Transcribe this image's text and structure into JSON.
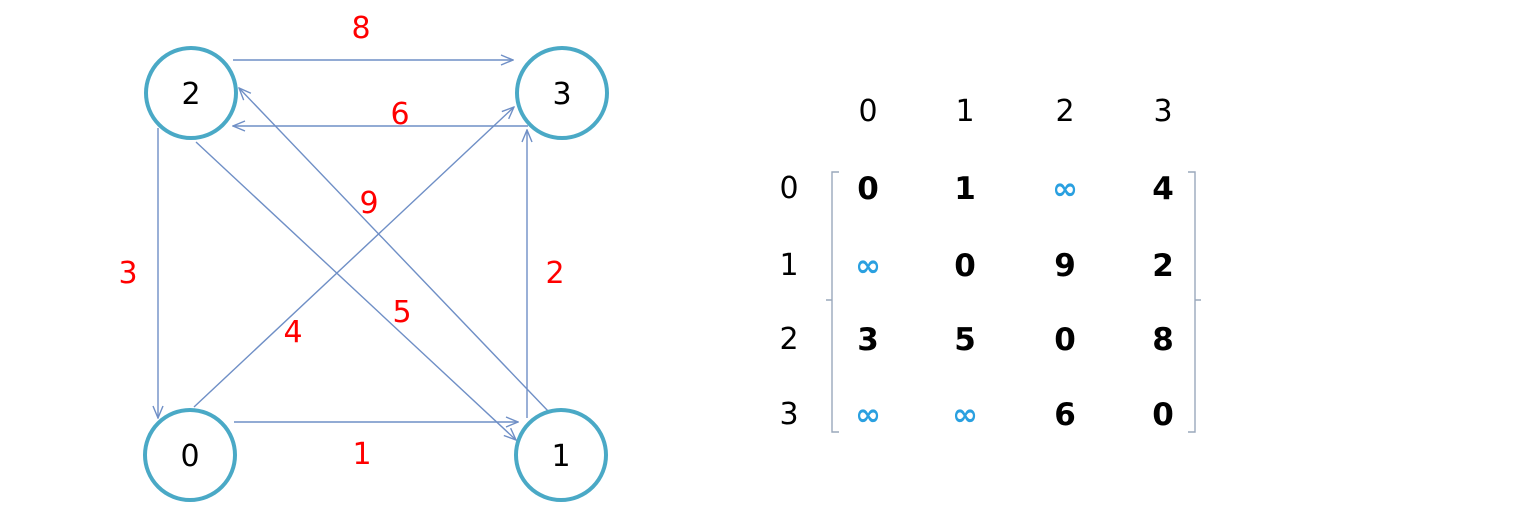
{
  "colors": {
    "node_stroke": "#4aa9c6",
    "edge_stroke": "#6f8fc6",
    "weight_text": "#ff0000",
    "cell_text": "#000000",
    "infinity_text": "#2aa0e0",
    "bracket": "#9aa8bc"
  },
  "graph": {
    "nodes": [
      {
        "label": "2"
      },
      {
        "label": "3"
      },
      {
        "label": "0"
      },
      {
        "label": "1"
      }
    ],
    "edge_weights": {
      "w_2_3": "8",
      "w_3_2": "6",
      "w_1_2": "9",
      "w_2_0": "3",
      "w_1_3": "2",
      "w_0_3": "4",
      "w_2_1": "5",
      "w_0_1": "1"
    }
  },
  "matrix": {
    "col_headers": [
      "0",
      "1",
      "2",
      "3"
    ],
    "row_headers": [
      "0",
      "1",
      "2",
      "3"
    ],
    "rows": [
      [
        "0",
        "1",
        "∞",
        "4"
      ],
      [
        "∞",
        "0",
        "9",
        "2"
      ],
      [
        "3",
        "5",
        "0",
        "8"
      ],
      [
        "∞",
        "∞",
        "6",
        "0"
      ]
    ]
  }
}
